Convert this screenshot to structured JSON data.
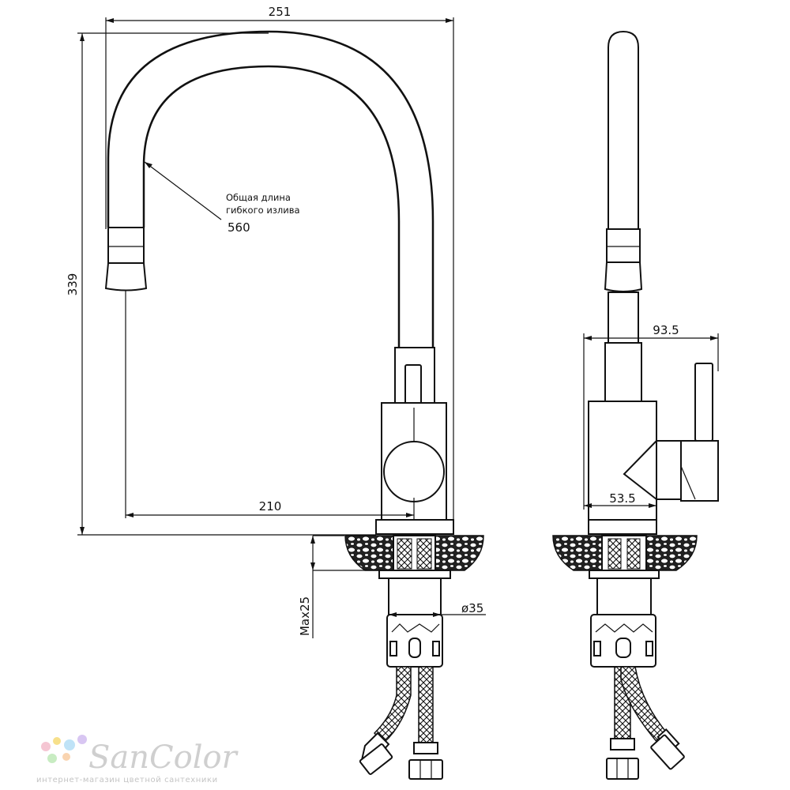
{
  "dimensions": {
    "total_width": "251",
    "total_height": "339",
    "spout_reach": "210",
    "hose_length_note_line1": "Общая длина",
    "hose_length_note_line2": "гибкого излива",
    "hose_length_value": "560",
    "side_depth": "93.5",
    "body_depth": "53.5",
    "thread_diameter": "ø35",
    "max_counter_thickness": "Max25"
  },
  "watermark": {
    "brand": "SanColor",
    "tagline": "интернет-магазин цветной сантехники",
    "dot_colors": [
      "#f5c6d3",
      "#f7e08b",
      "#bfe3f7",
      "#d8c6f2",
      "#c8ecc2",
      "#f9d4b0"
    ]
  }
}
